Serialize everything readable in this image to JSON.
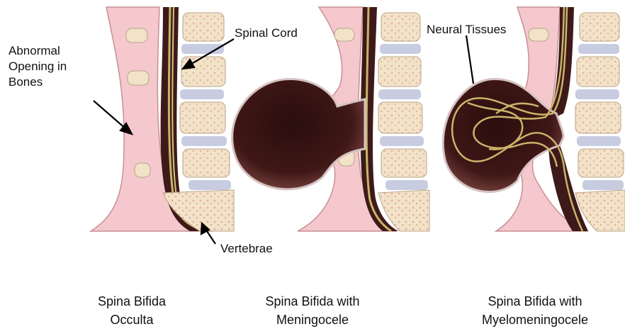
{
  "labels": {
    "abnormal_opening": [
      "Abnormal",
      "Opening in",
      "Bones"
    ],
    "spinal_cord": "Spinal Cord",
    "neural_tissues": "Neural Tissues",
    "vertebrae": "Vertebrae"
  },
  "captions": [
    {
      "line1": "Spina Bifida",
      "line2": "Occulta"
    },
    {
      "line1": "Spina Bifida with",
      "line2": "Meningocele"
    },
    {
      "line1": "Spina Bifida with",
      "line2": "Myelomeningocele"
    }
  ],
  "colors": {
    "skin": "#f4c8cc",
    "skin_outline": "#c98f95",
    "cord_dark": "#3d1a19",
    "nerve": "#c9b46a",
    "bone": "#f2e3c8",
    "bone_spots": "#e6a79c",
    "disc": "#c8cce0",
    "sac": "#4a1f1d"
  }
}
